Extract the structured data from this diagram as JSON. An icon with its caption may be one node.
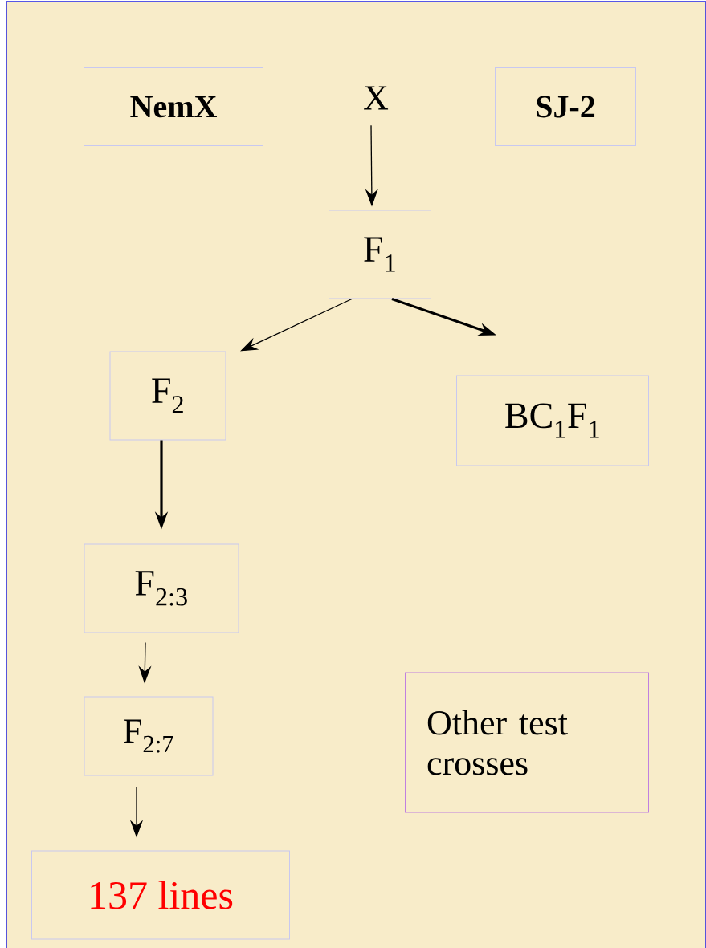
{
  "diagram": {
    "nodes": [
      {
        "text": [
          "NemX"
        ]
      },
      {
        "text": [
          "X"
        ]
      },
      {
        "text": [
          "SJ-2"
        ]
      },
      {
        "text": [
          "F$_{1}$"
        ]
      },
      {
        "text": [
          "F$_{2}$"
        ]
      },
      {
        "text": [
          "BC$_{1}$F$_{1}$"
        ]
      },
      {
        "text": [
          "F$_{2:3}$"
        ]
      },
      {
        "text": [
          "F$_{2:7}$"
        ]
      },
      {
        "text": [
          "137 lines"
        ]
      },
      {
        "text": [
          "Other test crosses"
        ]
      }
    ],
    "edges": [
      {
        "from": 1,
        "to": 3,
        "arrow": "to"
      },
      {
        "from": 3,
        "to": 4,
        "arrow": "to"
      },
      {
        "from": 3,
        "to": 5,
        "arrow": "to",
        "style": "thick"
      },
      {
        "from": 4,
        "to": 6,
        "arrow": "to",
        "style": "thick"
      },
      {
        "from": 6,
        "to": 7,
        "arrow": "to"
      },
      {
        "from": 7,
        "to": 8,
        "arrow": "to"
      }
    ]
  }
}
